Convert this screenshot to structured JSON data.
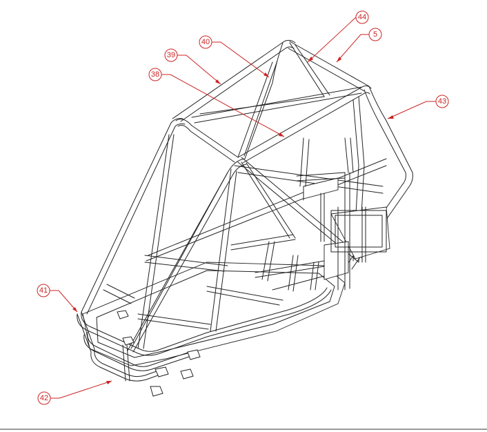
{
  "callouts": [
    {
      "id": "c44",
      "label": "44"
    },
    {
      "id": "c5",
      "label": "5"
    },
    {
      "id": "c40",
      "label": "40"
    },
    {
      "id": "c39",
      "label": "39"
    },
    {
      "id": "c38",
      "label": "38"
    },
    {
      "id": "c43",
      "label": "43"
    },
    {
      "id": "c41",
      "label": "41"
    },
    {
      "id": "c42",
      "label": "42"
    }
  ],
  "colors": {
    "callout": "#cc2222",
    "lines": "#222222",
    "background": "#ffffff"
  }
}
